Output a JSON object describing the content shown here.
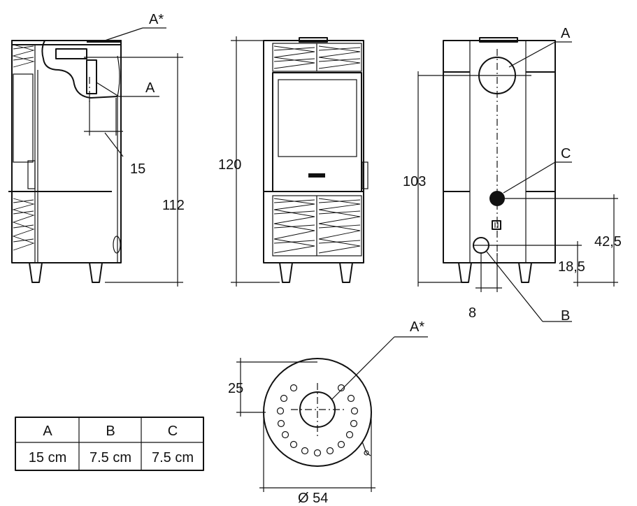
{
  "labels": {
    "a_star_top": "A*",
    "a_side": "A",
    "dim_15": "15",
    "dim_112": "112",
    "dim_120": "120",
    "a_rear": "A",
    "c_rear": "C",
    "dim_103": "103",
    "dim_42_5": "42,5",
    "dim_18_5": "18,5",
    "dim_8": "8",
    "b_rear": "B",
    "a_star_bottom": "A*",
    "dim_25": "25",
    "dim_54": "Ø 54"
  },
  "table": {
    "headers": [
      "A",
      "B",
      "C"
    ],
    "values": [
      "15 cm",
      "7.5 cm",
      "7.5 cm"
    ]
  }
}
